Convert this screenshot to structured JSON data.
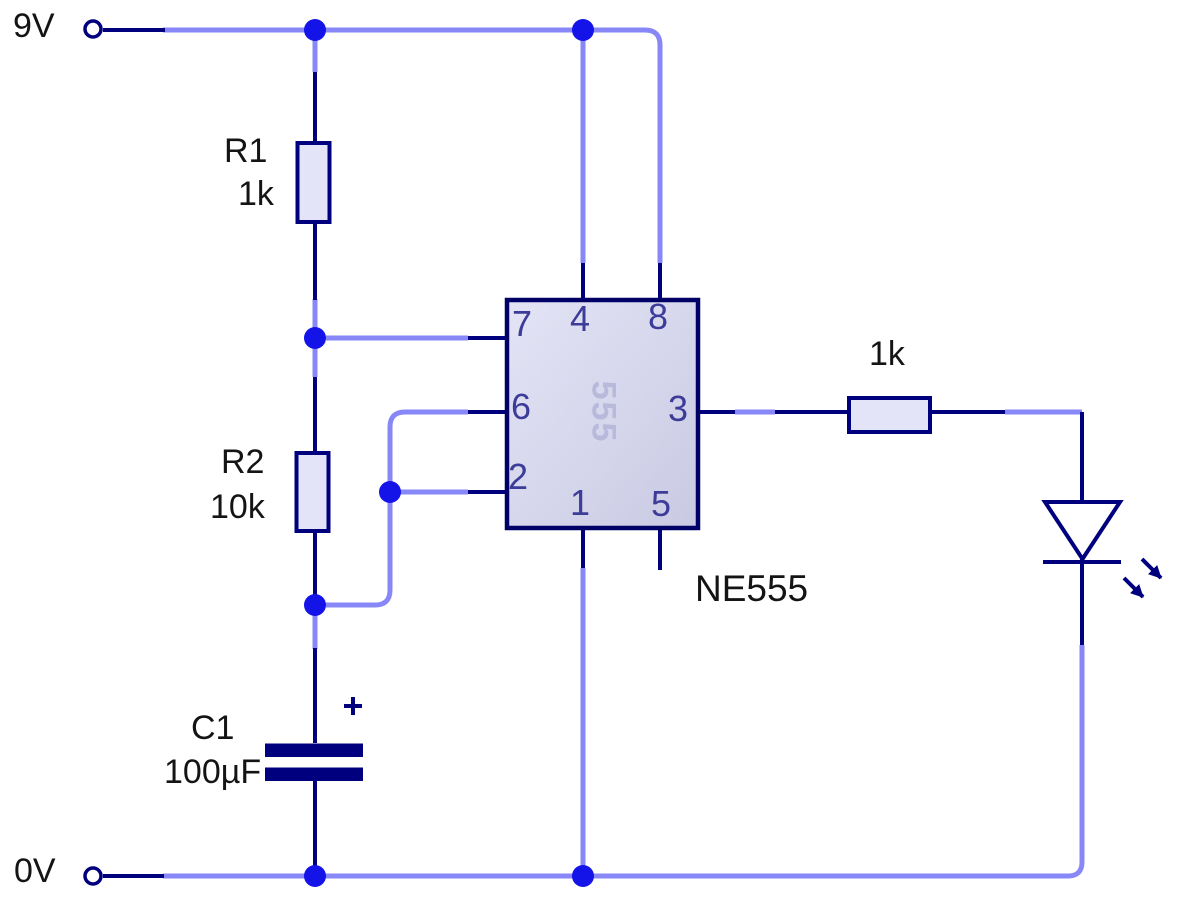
{
  "colors": {
    "wire_light": "#8787f8",
    "wire_dark": "#00007f",
    "junction": "#1414e8",
    "ic_border": "#000066",
    "component_fill": "#e4e4f8",
    "ic_fill_a": "#e4e4f6",
    "ic_fill_b": "#c9c9e3",
    "pin_text": "#3c3c99",
    "watermark": "#b9b9db",
    "label_text": "#141414"
  },
  "power": {
    "top_rail": "9V",
    "bottom_rail": "0V"
  },
  "components": {
    "r1": {
      "name": "R1",
      "value": "1k"
    },
    "r2": {
      "name": "R2",
      "value": "10k"
    },
    "output_resistor": {
      "value": "1k"
    },
    "c1": {
      "name": "C1",
      "value": "100µF",
      "polarity_mark": "+"
    },
    "ic": {
      "part_label": "NE555",
      "body_watermark": "555",
      "pins": {
        "pin1": "1",
        "pin2": "2",
        "pin3": "3",
        "pin4": "4",
        "pin5": "5",
        "pin6": "6",
        "pin7": "7",
        "pin8": "8"
      }
    }
  }
}
